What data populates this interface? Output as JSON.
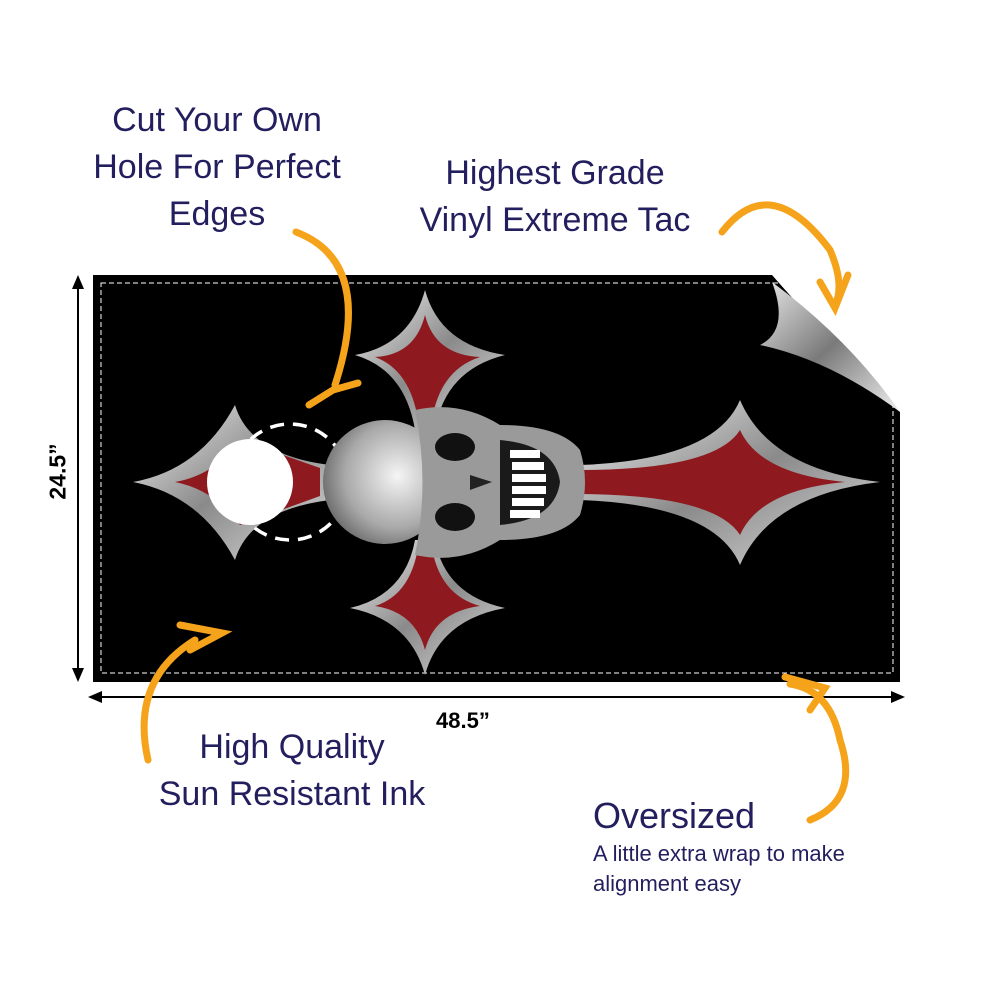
{
  "callouts": {
    "hole": [
      "Cut Your Own",
      "Hole For Perfect",
      "Edges"
    ],
    "vinyl": [
      "Highest Grade",
      "Vinyl Extreme Tac"
    ],
    "ink": [
      "High Quality",
      "Sun Resistant Ink"
    ],
    "oversized": {
      "title": "Oversized",
      "lines": [
        "A little extra wrap to make",
        "alignment easy"
      ]
    }
  },
  "dimensions": {
    "height": "24.5”",
    "width": "48.5”"
  },
  "colors": {
    "text": "#231f5e",
    "arrow": "#f5a31a",
    "board": "#000000",
    "accent_red": "#8e1a1f"
  }
}
